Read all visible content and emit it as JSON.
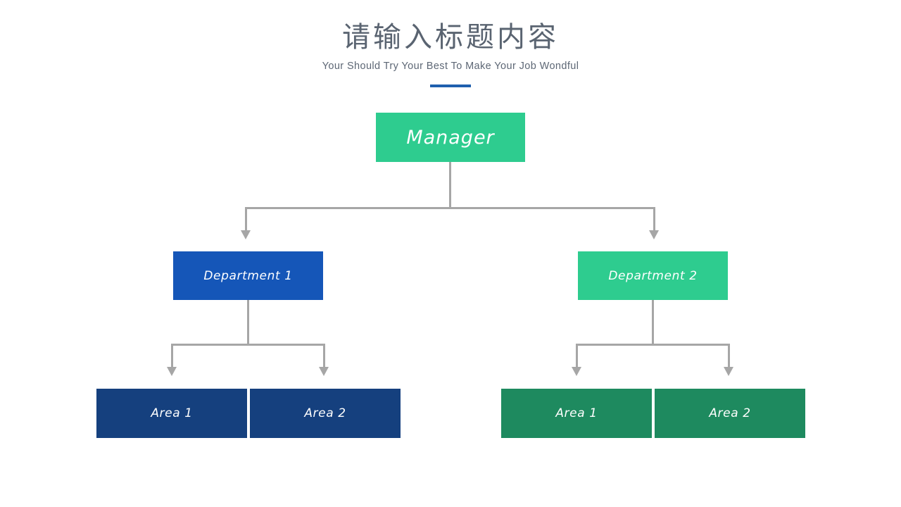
{
  "header": {
    "title": "请输入标题内容",
    "subtitle": "Your Should Try Your Best To Make Your Job Wondful",
    "accent_color": "#1f5fae",
    "title_color": "#5a6471",
    "subtitle_color": "#5d6775"
  },
  "chart_data": {
    "type": "diagram",
    "diagram_kind": "organization-chart",
    "title": "请输入标题内容",
    "subtitle": "Your Should Try Your Best To Make Your Job Wondful",
    "connector_color": "#a6a6a6",
    "background": "#ffffff",
    "levels": 3,
    "nodes": [
      {
        "id": "manager",
        "label": "Manager",
        "level": 1,
        "color": "#2ecc8f",
        "text_color": "#ffffff",
        "parent": null
      },
      {
        "id": "department-1",
        "label": "Department 1",
        "level": 2,
        "color": "#1556b8",
        "text_color": "#ffffff",
        "parent": "manager"
      },
      {
        "id": "department-2",
        "label": "Department 2",
        "level": 2,
        "color": "#2ecc8f",
        "text_color": "#ffffff",
        "parent": "manager"
      },
      {
        "id": "left-area-1",
        "label": "Area 1",
        "level": 3,
        "color": "#15407e",
        "text_color": "#ffffff",
        "parent": "department-1"
      },
      {
        "id": "left-area-2",
        "label": "Area 2",
        "level": 3,
        "color": "#15407e",
        "text_color": "#ffffff",
        "parent": "department-1"
      },
      {
        "id": "right-area-1",
        "label": "Area 1",
        "level": 3,
        "color": "#1e8a5f",
        "text_color": "#ffffff",
        "parent": "department-2"
      },
      {
        "id": "right-area-2",
        "label": "Area 2",
        "level": 3,
        "color": "#1e8a5f",
        "text_color": "#ffffff",
        "parent": "department-2"
      }
    ],
    "edges": [
      {
        "from": "manager",
        "to": "department-1",
        "arrow": true
      },
      {
        "from": "manager",
        "to": "department-2",
        "arrow": true
      },
      {
        "from": "department-1",
        "to": "left-area-1",
        "arrow": true
      },
      {
        "from": "department-1",
        "to": "left-area-2",
        "arrow": true
      },
      {
        "from": "department-2",
        "to": "right-area-1",
        "arrow": true
      },
      {
        "from": "department-2",
        "to": "right-area-2",
        "arrow": true
      }
    ]
  }
}
